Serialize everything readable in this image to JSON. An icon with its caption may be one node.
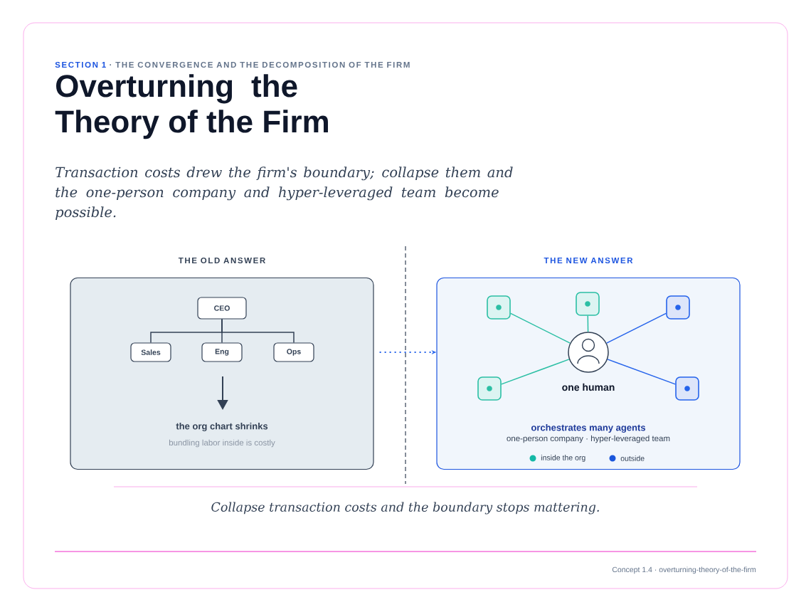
{
  "diagram": {
    "title": "Overturning the Theory of the Firm",
    "caption": "Collapse transaction costs and the boundary stops mattering.",
    "nodes": [
      {
        "text": [
          "THE OLD ANSWER",
          "the org chart shrinks",
          "bundling labor inside is costly"
        ]
      },
      {
        "text": [
          "CEO"
        ],
        "in": 0
      },
      {
        "text": [
          "Sales"
        ],
        "in": 0
      },
      {
        "text": [
          "Eng"
        ],
        "in": 0
      },
      {
        "text": [
          "Ops"
        ],
        "in": 0
      },
      {
        "text": [
          "THE NEW ANSWER",
          "orchestrates many agents",
          "one-person company · hyper-leveraged team"
        ]
      },
      {
        "text": [],
        "shape": "person",
        "beside": [
          "one human"
        ],
        "in": 5
      },
      {
        "text": [],
        "shape": "box",
        "in": 5
      },
      {
        "text": [],
        "shape": "box",
        "in": 5
      },
      {
        "text": [],
        "shape": "box",
        "in": 5
      },
      {
        "text": [],
        "shape": "box",
        "in": 5
      },
      {
        "text": [],
        "shape": "box",
        "in": 5
      }
    ],
    "edges": [
      {
        "from": 1,
        "to": 2,
        "arrow": "none"
      },
      {
        "from": 1,
        "to": 3,
        "arrow": "none"
      },
      {
        "from": 1,
        "to": 4,
        "arrow": "none"
      },
      {
        "from": 0,
        "to": 5,
        "arrow": "to",
        "style": "dashed",
        "color": "#2563eb"
      },
      {
        "from": 6,
        "to": 7,
        "arrow": "none",
        "color": "#2bbfa4"
      },
      {
        "from": 6,
        "to": 8,
        "arrow": "none",
        "color": "#2bbfa4"
      },
      {
        "from": 6,
        "to": 9,
        "arrow": "none",
        "color": "#2563eb"
      },
      {
        "from": 6,
        "to": 10,
        "arrow": "none",
        "color": "#2bbfa4"
      },
      {
        "from": 6,
        "to": 11,
        "arrow": "none",
        "color": "#2563eb"
      }
    ],
    "labels": [
      "SECTION 1",
      "· THE CONVERGENCE AND THE DECOMPOSITION OF THE FIRM",
      "Transaction costs drew the firm's boundary; collapse them and the one-person company and hyper-leveraged team become possible.",
      "Concept 1.4 · overturning-theory-of-the-firm"
    ],
    "legend": [
      {
        "text": "inside the org",
        "color": "#14b8a6"
      },
      {
        "text": "outside",
        "color": "#1a56db"
      }
    ]
  }
}
